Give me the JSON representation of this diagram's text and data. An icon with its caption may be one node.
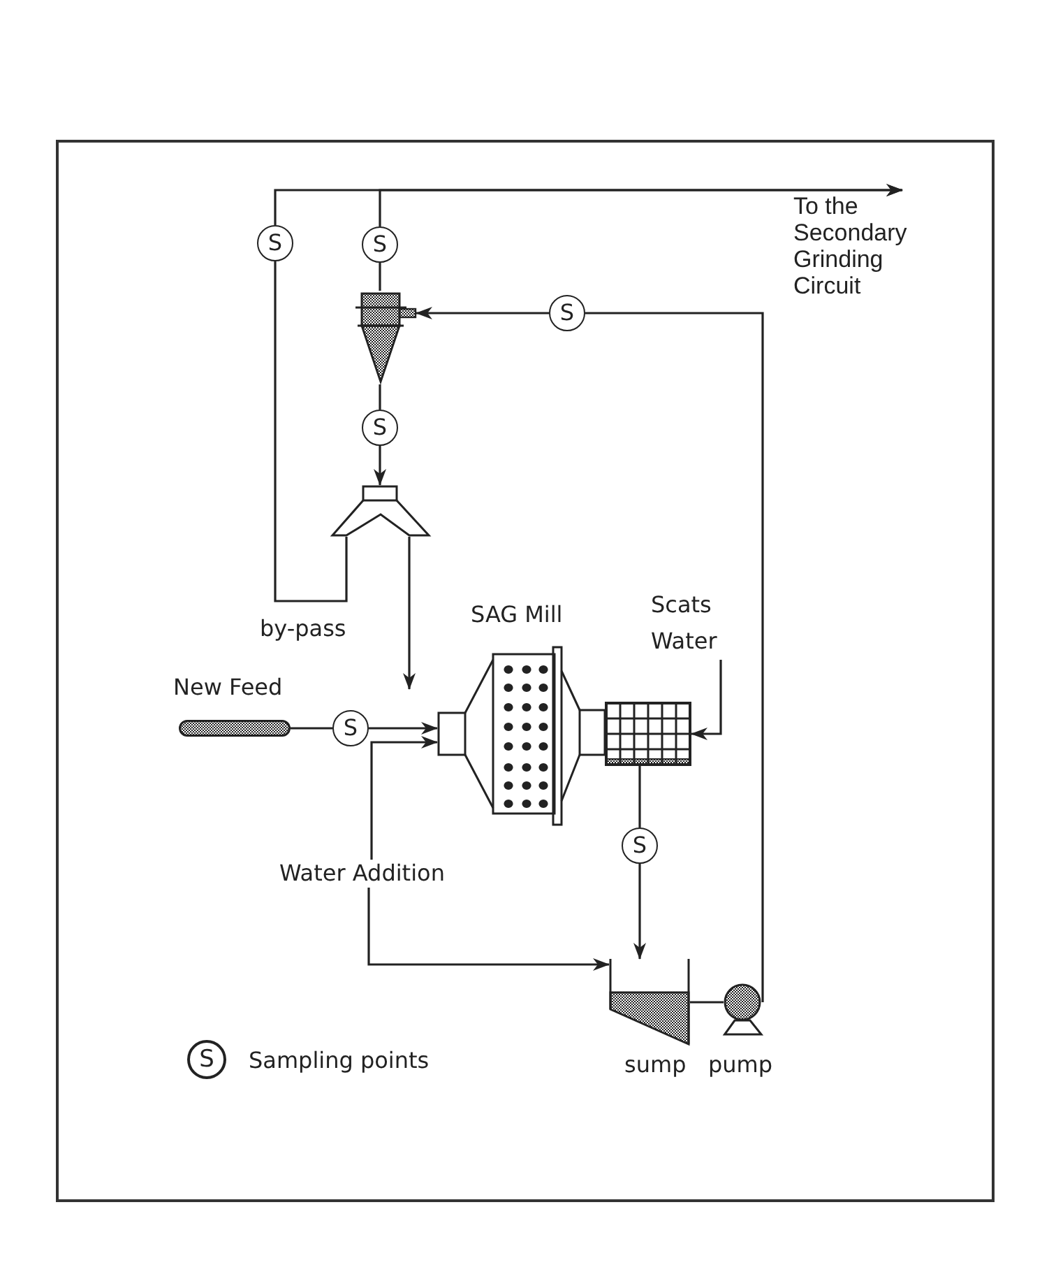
{
  "diagram": {
    "nodes": [
      {
        "text": [
          "S"
        ]
      },
      {
        "text": [
          "S"
        ]
      },
      {
        "text": [
          "To the Secondary Grinding Circuit"
        ]
      },
      {
        "text": [],
        "shape": "picture"
      },
      {
        "text": [
          "S"
        ]
      },
      {
        "text": [
          "S"
        ]
      },
      {
        "text": [],
        "shape": "picture"
      },
      {
        "text": [
          "SAG Mill"
        ]
      },
      {
        "text": [
          "Scats Water"
        ]
      },
      {
        "text": [
          "New Feed"
        ]
      },
      {
        "text": [
          "S"
        ]
      },
      {
        "text": [],
        "shape": "picture"
      },
      {
        "text": [
          "S"
        ]
      },
      {
        "text": [
          "Water Addition"
        ]
      },
      {
        "text": [],
        "shape": "box",
        "beside": [
          "sump"
        ]
      },
      {
        "text": [],
        "shape": "circle",
        "beside": [
          "pump"
        ]
      }
    ],
    "edges": [
      {
        "from": 1,
        "to": 2,
        "arrow": "to"
      },
      {
        "from": 0,
        "to": 2,
        "arrow": "to"
      },
      {
        "from": 3,
        "to": 1,
        "arrow": "none"
      },
      {
        "from": 4,
        "to": 3,
        "arrow": "to"
      },
      {
        "from": 15,
        "to": 4,
        "arrow": "none"
      },
      {
        "from": 3,
        "to": 5,
        "arrow": "none"
      },
      {
        "from": 5,
        "to": 6,
        "arrow": "to"
      },
      {
        "from": 6,
        "to": 0,
        "arrow": "none",
        "label": "by-pass"
      },
      {
        "from": 6,
        "to": 7,
        "arrow": "to"
      },
      {
        "from": 9,
        "to": 10,
        "arrow": "none"
      },
      {
        "from": 10,
        "to": 7,
        "arrow": "to"
      },
      {
        "from": 13,
        "to": 7,
        "arrow": "to"
      },
      {
        "from": 8,
        "to": 11,
        "arrow": "to"
      },
      {
        "from": 11,
        "to": 12,
        "arrow": "none"
      },
      {
        "from": 12,
        "to": 14,
        "arrow": "to"
      },
      {
        "from": 13,
        "to": 14,
        "arrow": "to"
      },
      {
        "from": 14,
        "to": 15,
        "arrow": "none"
      }
    ],
    "labels": [
      "S"
    ],
    "legend": [
      {
        "text": "Sampling points"
      }
    ]
  }
}
